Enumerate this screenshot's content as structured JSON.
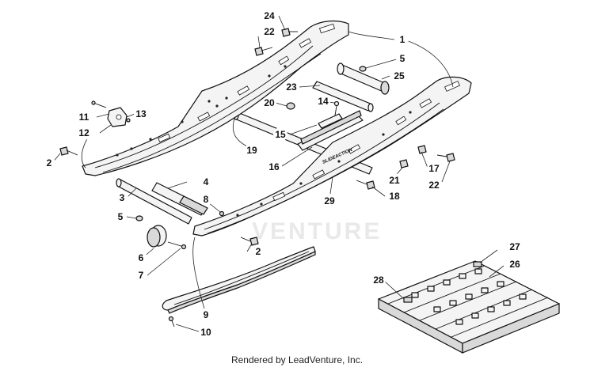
{
  "footer": {
    "rendered_by": "Rendered by LeadVenture, Inc."
  },
  "watermark": {
    "text": "VENTURE"
  },
  "decal": {
    "text": "SLIDEACTION"
  },
  "callouts": {
    "c1": "1",
    "c2a": "2",
    "c2b": "2",
    "c3": "3",
    "c4": "4",
    "c5a": "5",
    "c5b": "5",
    "c6": "6",
    "c7": "7",
    "c8": "8",
    "c9": "9",
    "c10": "10",
    "c11": "11",
    "c12": "12",
    "c13": "13",
    "c14": "14",
    "c15": "15",
    "c16": "16",
    "c17": "17",
    "c18": "18",
    "c19": "19",
    "c20": "20",
    "c21": "21",
    "c22a": "22",
    "c22b": "22",
    "c23": "23",
    "c24": "24",
    "c25": "25",
    "c26": "26",
    "c27": "27",
    "c28": "28",
    "c29": "29"
  }
}
